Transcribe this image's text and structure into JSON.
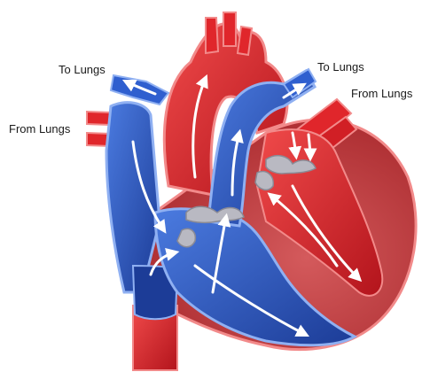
{
  "diagram": {
    "labels": {
      "to_lungs_left": "To Lungs",
      "to_lungs_right": "To Lungs",
      "from_lungs_right": "From Lungs",
      "from_lungs_left": "From Lungs"
    },
    "colors": {
      "oxygenated": "#e0262b",
      "oxygenated_dark": "#b3141c",
      "oxygenated_light": "#f26a6a",
      "deoxygenated": "#2f5fcf",
      "deoxygenated_dark": "#1c3c97",
      "deoxygenated_light": "#6f95ea",
      "muscle": "#c94548",
      "valve": "#b9b9c2",
      "flow_arrow": "#ffffff"
    }
  }
}
